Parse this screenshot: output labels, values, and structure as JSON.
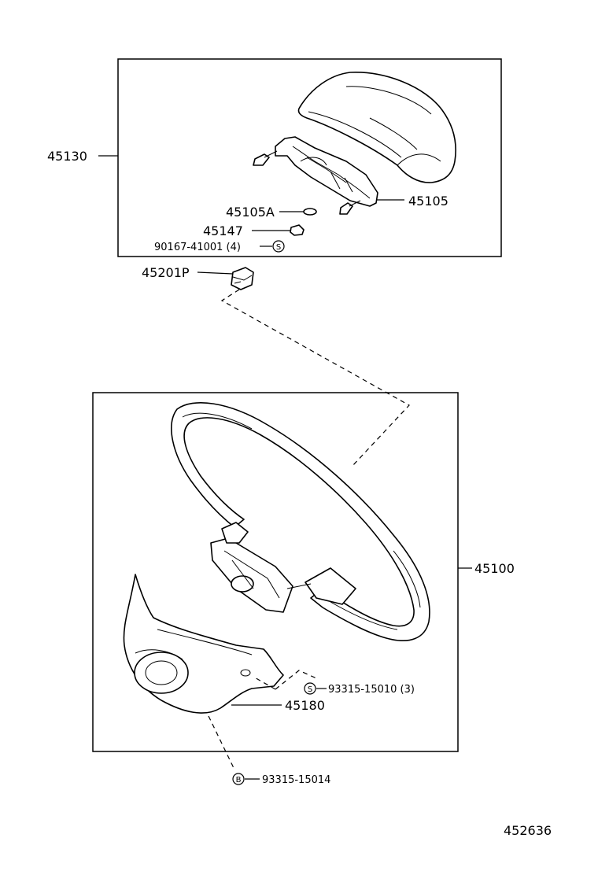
{
  "labels": {
    "p45130": "45130",
    "p45105": "45105",
    "p45105a": "45105A",
    "p45147": "45147",
    "p90167": "90167-41001 (4)",
    "p45201p": "45201P",
    "p45100": "45100",
    "p93315_15010": "93315-15010 (3)",
    "p45180": "45180",
    "p93315_15014": "93315-15014",
    "diagram_no": "452636"
  },
  "badges": {
    "s1": "S",
    "s2": "S",
    "b1": "B"
  }
}
